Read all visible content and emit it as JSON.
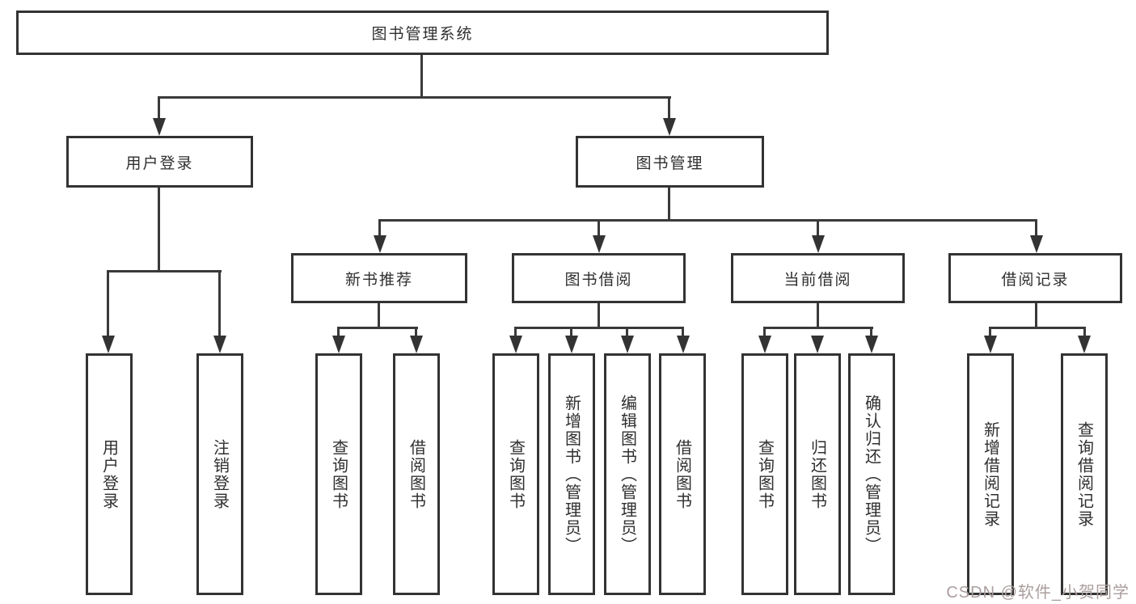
{
  "diagram_title": "图书管理系统",
  "nodes": {
    "root": {
      "label": "图书管理系统"
    },
    "user_login": {
      "label": "用户登录"
    },
    "book_mgmt": {
      "label": "图书管理"
    },
    "new_book_rec": {
      "label": "新书推荐"
    },
    "book_borrow": {
      "label": "图书借阅"
    },
    "current_borrow": {
      "label": "当前借阅"
    },
    "borrow_record": {
      "label": "借阅记录"
    },
    "ul_user_login": {
      "label": "用户登录"
    },
    "ul_logout": {
      "label": "注销登录"
    },
    "nb_query_books": {
      "label": "查询图书"
    },
    "nb_borrow_books": {
      "label": "借阅图书"
    },
    "bb_query_books": {
      "label": "查询图书"
    },
    "bb_add_books": {
      "label": "新增图书（管理员）"
    },
    "bb_edit_books": {
      "label": "编辑图书（管理员）"
    },
    "bb_borrow_books": {
      "label": "借阅图书"
    },
    "cb_query_books": {
      "label": "查询图书"
    },
    "cb_return_books": {
      "label": "归还图书"
    },
    "cb_confirm_return": {
      "label": "确认归还（管理员）"
    },
    "br_add_record": {
      "label": "新增借阅记录"
    },
    "br_query_record": {
      "label": "查询借阅记录"
    }
  },
  "watermark": {
    "text": "CSDN @软件_小贺同学"
  },
  "colors": {
    "background": "#ffffff",
    "box_border": "#333333",
    "line": "#3a3a3a",
    "text": "#2f2f2f",
    "watermark": "#ab9e9e"
  }
}
